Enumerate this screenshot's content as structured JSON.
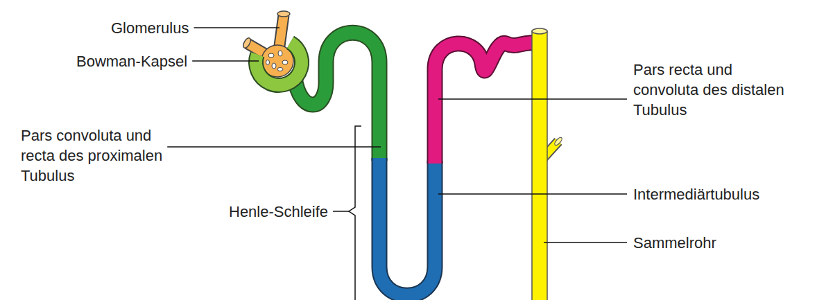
{
  "diagram": {
    "labels": [
      "Glomerulus",
      "Bowman-Kapsel",
      "Pars convoluta und recta des proximalen Tubulus",
      "Henle-Schleife",
      "Pars recta und convoluta des distalen Tubulus",
      "Intermediärtubulus",
      "Sammelrohr"
    ]
  }
}
